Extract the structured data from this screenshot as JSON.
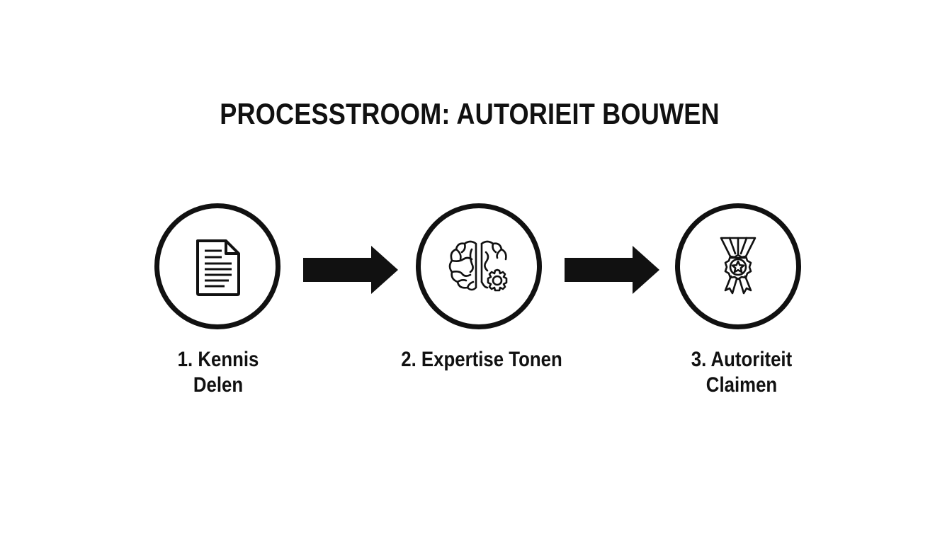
{
  "title": "PROCESSTROOM: AUTORIEIT BOUWEN",
  "steps": [
    {
      "label_line1": "1. Kennis",
      "label_line2": "Delen",
      "icon": "document-icon"
    },
    {
      "label_line1": "2. Expertise Tonen",
      "label_line2": "",
      "icon": "brain-gear-icon"
    },
    {
      "label_line1": "3. Autoriteit",
      "label_line2": "Claimen",
      "icon": "award-medal-icon"
    }
  ],
  "colors": {
    "foreground": "#111111",
    "background": "#ffffff"
  }
}
